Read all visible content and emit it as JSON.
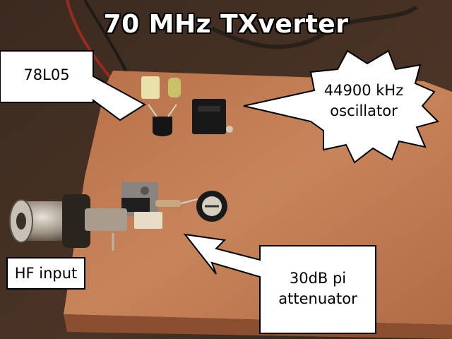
{
  "title": "70 MHz TXverter",
  "callouts": {
    "regulator": "78L05",
    "oscillator_line1": "44900 kHz",
    "oscillator_line2": "oscillator",
    "hf_input": "HF input",
    "attenuator_line1": "30dB pi",
    "attenuator_line2": "attenuator"
  },
  "colors": {
    "pcb_copper": "#c07a52",
    "background": "#3a2a20",
    "callout_fill": "#ffffff",
    "callout_stroke": "#000000"
  }
}
